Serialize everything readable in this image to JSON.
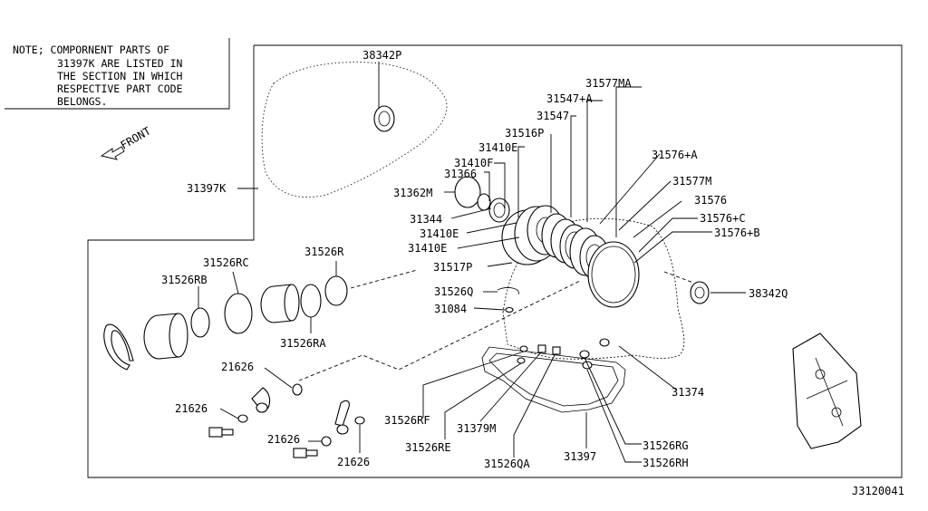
{
  "note": {
    "lines": [
      "NOTE; COMPORNENT PARTS OF",
      "31397K ARE LISTED IN",
      "THE SECTION IN WHICH",
      "RESPECTIVE PART CODE",
      "BELONGS."
    ]
  },
  "front_label": "FRONT",
  "diagram_code": "J3120041",
  "parts": {
    "p38342P": "38342P",
    "p31397K": "31397K",
    "p31577MA": "31577MA",
    "p31547A": "31547+A",
    "p31547": "31547",
    "p31516P": "31516P",
    "p31410E_a": "31410E",
    "p31410F": "31410F",
    "p31366": "31366",
    "p31362M": "31362M",
    "p31344": "31344",
    "p31410E_b": "31410E",
    "p31410E_c": "31410E",
    "p31517P": "31517P",
    "p31576A": "31576+A",
    "p31577M": "31577M",
    "p31576": "31576",
    "p31576C": "31576+C",
    "p31576B": "31576+B",
    "p38342Q": "38342Q",
    "p31526RC": "31526RC",
    "p31526R": "31526R",
    "p31526RB": "31526RB",
    "p31526RA": "31526RA",
    "p31526Q": "31526Q",
    "p31084": "31084",
    "p31374": "31374",
    "p21626_a": "21626",
    "p21626_b": "21626",
    "p21626_c": "21626",
    "p21626_d": "21626",
    "p31526RF": "31526RF",
    "p31379M": "31379M",
    "p31526RE": "31526RE",
    "p31526QA": "31526QA",
    "p31397": "31397",
    "p31526RG": "31526RG",
    "p31526RH": "31526RH"
  }
}
